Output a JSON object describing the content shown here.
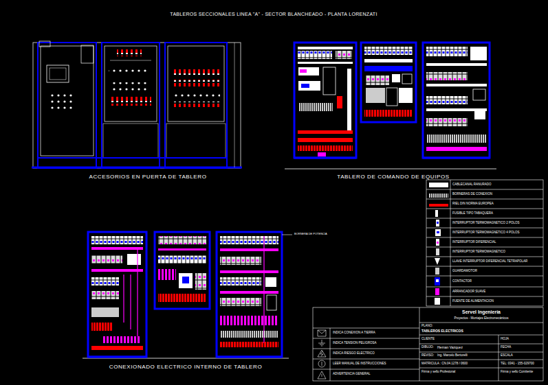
{
  "diagram": {
    "title": "TABLEROS SECCIONALES LINEA \"A\" - SECTOR BLANCHEADO - PLANTA LORENZATI",
    "labels": [
      "ACCESORIOS EN PUERTA DE TABLERO",
      "TABLERO DE COMANDO DE EQUIPOS",
      "CONEXIONADO ELECTRICO INTERNO DE TABLERO",
      "BORNERA DE POTENCIA",
      "Servel Ingeniería",
      "Proyectos - Montajes Electromecánicos",
      "PLANO:",
      "TABLEROS ELECTRICOS",
      "CLIENTE",
      "HOJA",
      "DIBUJO:",
      "Hernan Vazquez",
      "FECHA",
      "REVISO:",
      "Ing. Marcelo Bertorelli",
      "ESCALA",
      "MATRICULA : CN.04.1278 / 0600",
      "TEL: 0341 - 155-029700",
      "Firma y sello Profesional",
      "Firma y sello Comitente"
    ],
    "legend": [
      {
        "text": "CABLECANAL RANURADO",
        "color": "#ffffff"
      },
      {
        "text": "BORNERAS DE CONEXION"
      },
      {
        "text": "RIEL DIN NORMA EUROPEA",
        "color": "#ff0000"
      },
      {
        "text": "FUSIBLE TIPO TABAQUERA"
      },
      {
        "text": "INTERRUPTOR TERMOMAGNETICO 2 POLOS"
      },
      {
        "text": "INTERRUPTOR TERMOMAGNETICO 4 POLOS"
      },
      {
        "text": "INTERRUPTOR DIFERENCIAL"
      },
      {
        "text": "INTERRUPTOR TERMOMAGNETICO"
      },
      {
        "text": "LLAVE INTERRUPTOR DIFERENCIAL TETRAPOLAR"
      },
      {
        "text": "GUARDAMOTOR"
      },
      {
        "text": "CONTACTOR"
      },
      {
        "text": "ARRANCADOR SUAVE"
      },
      {
        "text": "FUENTE DE ALIMENTACION"
      },
      {
        "text": "INDICA CONEXION A TIERRA"
      },
      {
        "text": "INDICA TENSION PELIGROSA"
      },
      {
        "text": "INDICA RIESGO ELECTRICO"
      },
      {
        "text": "LEER MANUAL DE INSTRUCCIONES"
      },
      {
        "text": "ADVERTENCIA GENERAL"
      }
    ]
  }
}
